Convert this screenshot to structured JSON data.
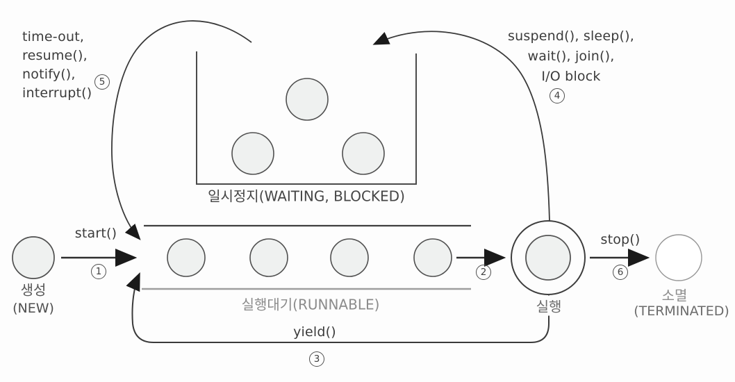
{
  "colors": {
    "stroke": "#3f3f3f",
    "node_fill": "#eff1f0",
    "node_stroke": "#4f4f4f",
    "muted_line": "#9e9e9e",
    "arrow_fill": "#1a1a1a"
  },
  "states": {
    "new": {
      "ko": "생성",
      "en": "(NEW)"
    },
    "runnable": {
      "label": "실행대기(RUNNABLE)"
    },
    "waiting": {
      "label": "일시정지(WAITING, BLOCKED)"
    },
    "running": {
      "ko": "실행"
    },
    "terminated": {
      "ko": "소멸",
      "en": "(TERMINATED)"
    }
  },
  "transitions": {
    "start": {
      "label": "start()",
      "step": "1"
    },
    "dispatch": {
      "step": "2"
    },
    "yield": {
      "label": "yield()",
      "step": "3"
    },
    "to_waiting": {
      "lines": [
        "suspend(), sleep(),",
        "wait(), join(),",
        "I/O block"
      ],
      "step": "4"
    },
    "to_runnable": {
      "lines": [
        "time-out,",
        "resume(),",
        "notify(),",
        "interrupt()"
      ],
      "step": "5"
    },
    "stop": {
      "label": "stop()",
      "step": "6"
    }
  }
}
